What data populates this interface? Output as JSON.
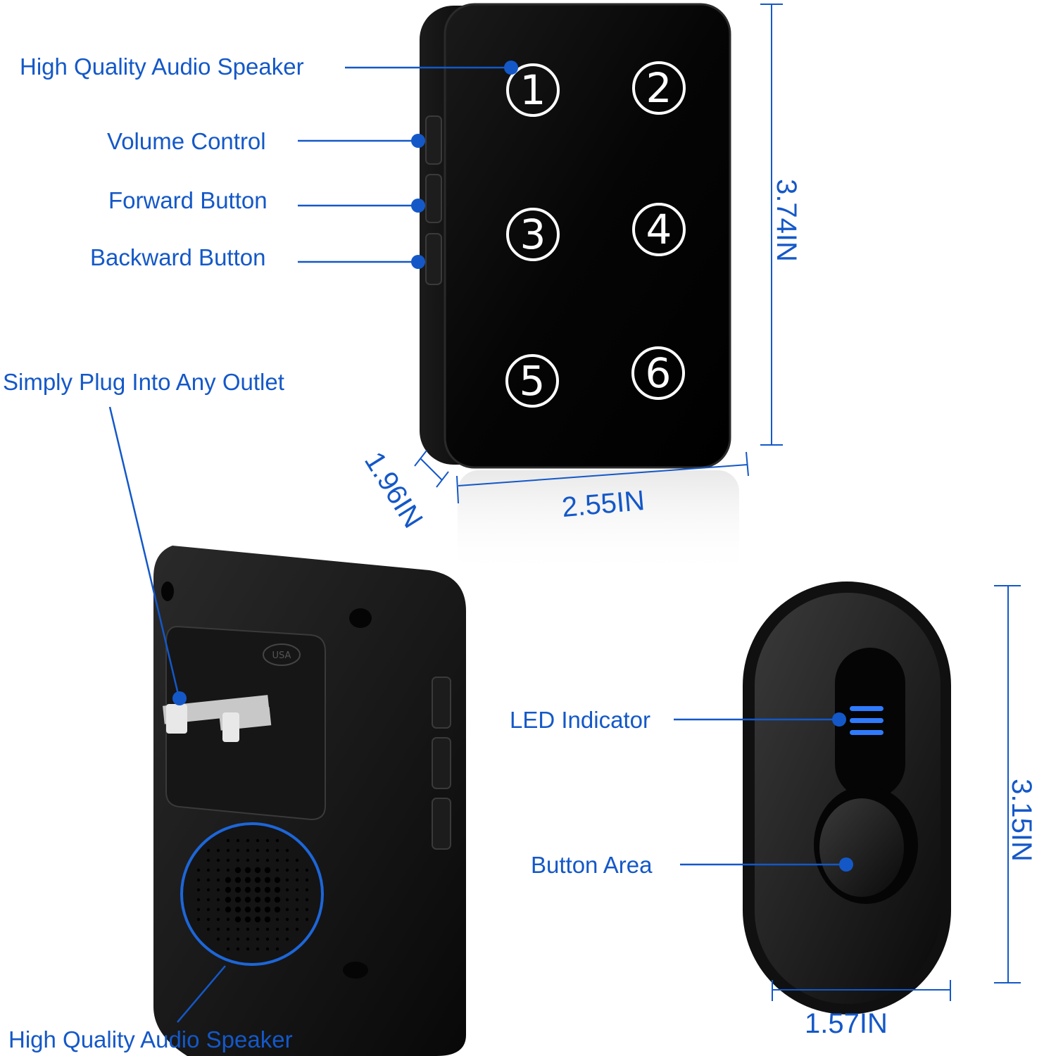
{
  "callouts": {
    "top_speaker": "High Quality Audio Speaker",
    "volume": "Volume Control",
    "forward": "Forward Button",
    "backward": "Backward Button",
    "plug": "Simply Plug Into Any Outlet",
    "bottom_speaker": "High Quality Audio Speaker",
    "led": "LED Indicator",
    "button_area": "Button Area"
  },
  "dimensions": {
    "receiver_height": "3.74IN",
    "receiver_width": "2.55IN",
    "receiver_depth": "1.96IN",
    "transmitter_height": "3.15IN",
    "transmitter_width": "1.57IN"
  },
  "receiver_buttons": [
    "1",
    "2",
    "3",
    "4",
    "5",
    "6"
  ],
  "plug_mark": "USA",
  "colors": {
    "accent": "#1458c8",
    "device": "#0d0d0d",
    "led": "#2f7bff"
  }
}
